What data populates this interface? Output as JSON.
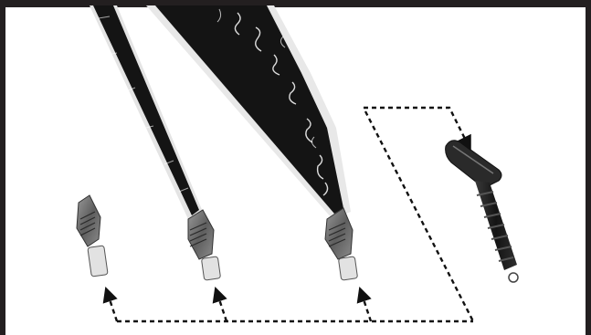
{
  "figure": {
    "parts": [
      {
        "name": "small-tip-connector"
      },
      {
        "name": "narrow-strip-with-connector"
      },
      {
        "name": "wide-strip-with-connector"
      },
      {
        "name": "ribbed-handle-tool"
      }
    ],
    "colors": {
      "frame": "#231f20",
      "strip": "#141414",
      "metal": "#6d6d6d",
      "arrow": "#111111",
      "background": "#ffffff"
    }
  }
}
